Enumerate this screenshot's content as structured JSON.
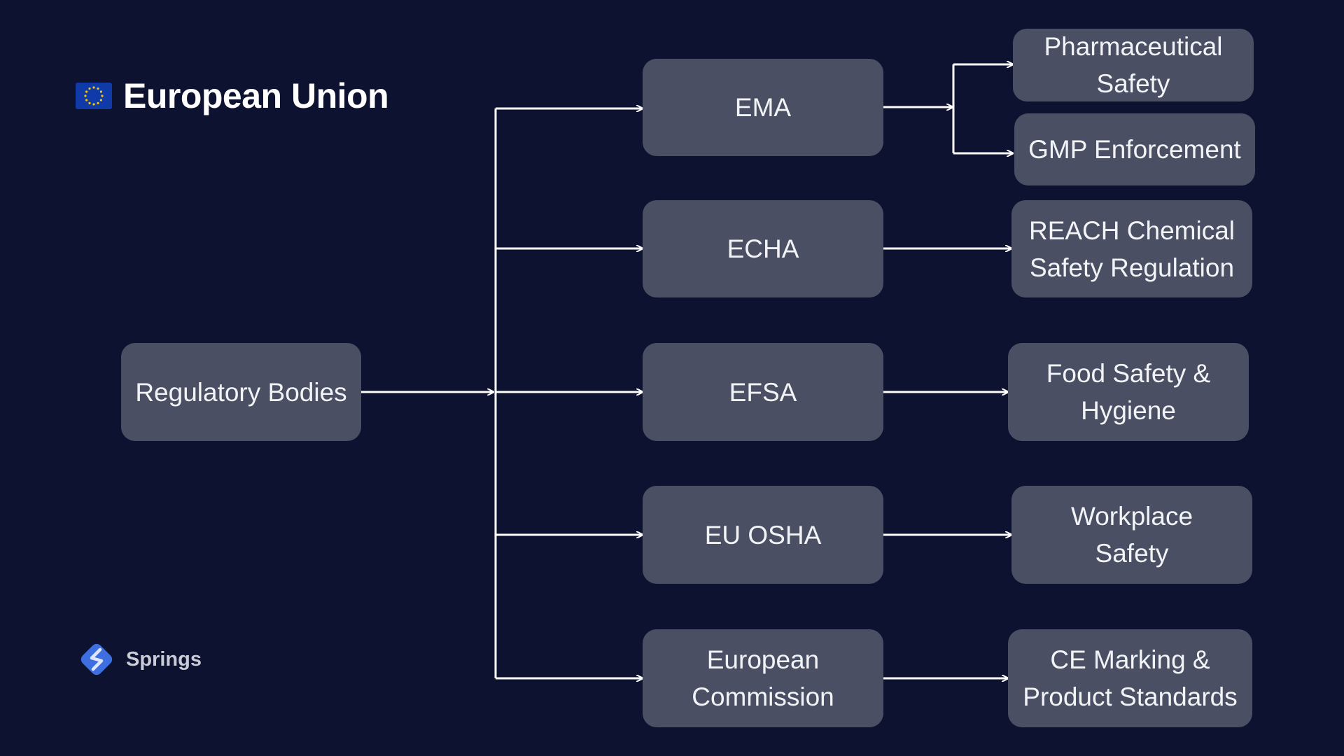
{
  "header": {
    "flag_icon": "eu-flag-icon",
    "title": "European Union"
  },
  "root": {
    "label": "Regulatory Bodies"
  },
  "agencies": [
    {
      "label": "EMA",
      "responsibilities": [
        "Pharmaceutical\nSafety",
        "GMP Enforcement"
      ]
    },
    {
      "label": "ECHA",
      "responsibilities": [
        "REACH Chemical\nSafety Regulation"
      ]
    },
    {
      "label": "EFSA",
      "responsibilities": [
        "Food Safety &\nHygiene"
      ]
    },
    {
      "label": "EU OSHA",
      "responsibilities": [
        "Workplace\nSafety"
      ]
    },
    {
      "label": "European\nCommission",
      "responsibilities": [
        "CE Marking &\nProduct Standards"
      ]
    }
  ],
  "brand": {
    "logo_icon": "springs-logo-icon",
    "name": "Springs"
  },
  "colors": {
    "background": "#0d1230",
    "box": "#4a4f63",
    "connector": "#ffffff",
    "logo": "#3d6fe0"
  }
}
